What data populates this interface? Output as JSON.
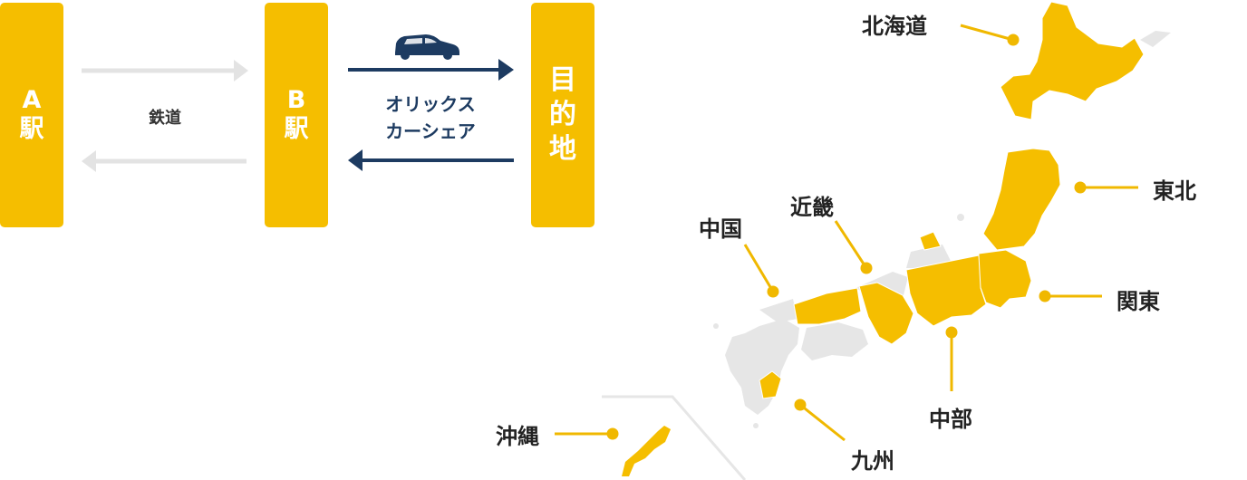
{
  "colors": {
    "station_fill": "#F5BE00",
    "rail_arrow": "#E3E3E3",
    "car_arrow": "#1D3B61",
    "map_active": "#F5BE00",
    "map_inactive": "#E6E6E6",
    "leader_line": "#F0B800",
    "text": "#222222"
  },
  "diagram": {
    "station_a": "A\n駅",
    "station_b": "B\n駅",
    "destination": "目\n的\n地",
    "rail_label": "鉄道",
    "car_label": "オリックス\nカーシェア",
    "car_icon": "car-icon"
  },
  "map": {
    "regions": [
      {
        "id": "hokkaido",
        "name": "北海道",
        "active": true
      },
      {
        "id": "tohoku",
        "name": "東北",
        "active": true
      },
      {
        "id": "kanto",
        "name": "関東",
        "active": true
      },
      {
        "id": "chubu",
        "name": "中部",
        "active": true
      },
      {
        "id": "kinki",
        "name": "近畿",
        "active": true
      },
      {
        "id": "chugoku",
        "name": "中国",
        "active": true
      },
      {
        "id": "kyushu",
        "name": "九州",
        "active": true
      },
      {
        "id": "okinawa",
        "name": "沖縄",
        "active": true
      }
    ]
  }
}
